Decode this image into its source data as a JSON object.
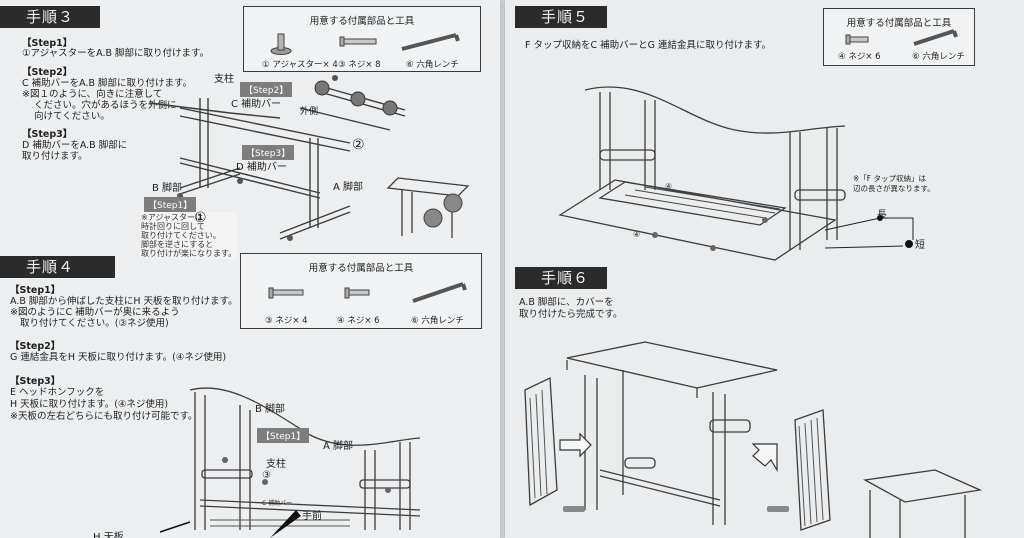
{
  "left_sheet": {
    "step3": {
      "header": "手順３",
      "step1_tag": "【Step1】",
      "step1_text": "①アジャスターをA.B 脚部に取り付けます。",
      "step2_tag": "【Step2】",
      "step2_text": "C 補助バーをA.B 脚部に取り付けます。",
      "step2_note1": "※図１のように、向きに注意して",
      "step2_note2": "ください。穴があるほうを外側に",
      "step2_note3": "向けてください。",
      "step3_tag": "【Step3】",
      "step3_text1": "D 補助バーをA.B 脚部に",
      "step3_text2": "取り付けます。",
      "parts_title": "用意する付属部品と工具",
      "parts": [
        "① アジャスター× 4",
        "③ ネジ× 8",
        "⑥ 六角レンチ"
      ],
      "labels": {
        "support_column": "支柱",
        "c_bar_tag": "【Step2】",
        "c_bar": "C 補助バー",
        "outside": "外側",
        "d_bar_tag": "【Step3】",
        "d_bar": "D 補助バー",
        "b_leg": "B 脚部",
        "a_leg": "A 脚部",
        "step1_tag": "【Step1】",
        "adjuster_note": "※アジャスターは\n時計回りに回して\n取り付けてください。\n脚部を逆さにすると\n取り付けが楽になります。",
        "num1": "①",
        "num2": "②"
      }
    },
    "step4": {
      "header": "手順４",
      "step1_tag": "【Step1】",
      "step1_text": "A.B 脚部から伸ばした支柱にH 天板を取り付けます。",
      "step1_note1": "※図のようにC 補助バーが奥に来るよう",
      "step1_note2": "取り付けてください。(③ネジ使用)",
      "step2_tag": "【Step2】",
      "step2_text": "G 連結金具をH 天板に取り付けます。(④ネジ使用)",
      "step3_tag": "【Step3】",
      "step3_text1": "E ヘッドホンフックを",
      "step3_text2": "H 天板に取り付けます。(④ネジ使用)",
      "step3_note": "※天板の左右どちらにも取り付け可能です。",
      "parts_title": "用意する付属部品と工具",
      "parts": [
        "③ ネジ× 4",
        "④ ネジ× 6",
        "⑥ 六角レンチ"
      ],
      "labels": {
        "b_leg": "B 脚部",
        "a_leg": "A 脚部",
        "step1_tag": "【Step1】",
        "support_column": "支柱",
        "num3": "③",
        "c_bar": "C 補助バー",
        "front": "手前",
        "h_top": "H 天板"
      }
    }
  },
  "right_sheet": {
    "step5": {
      "header": "手順５",
      "text": "F タップ収納をC 補助バーとG 連結金具に取り付けます。",
      "parts_title": "用意する付属部品と工具",
      "parts": [
        "④ ネジ× 6",
        "⑥ 六角レンチ"
      ],
      "note1": "※「F タップ収納」は",
      "note2": "辺の長さが異なります。",
      "long_label": "長",
      "short_label": "短",
      "num4a": "④",
      "num4b": "④"
    },
    "step6": {
      "header": "手順６",
      "text1": "A.B 脚部に、カバーを",
      "text2": "取り付けたら完成です。"
    }
  }
}
